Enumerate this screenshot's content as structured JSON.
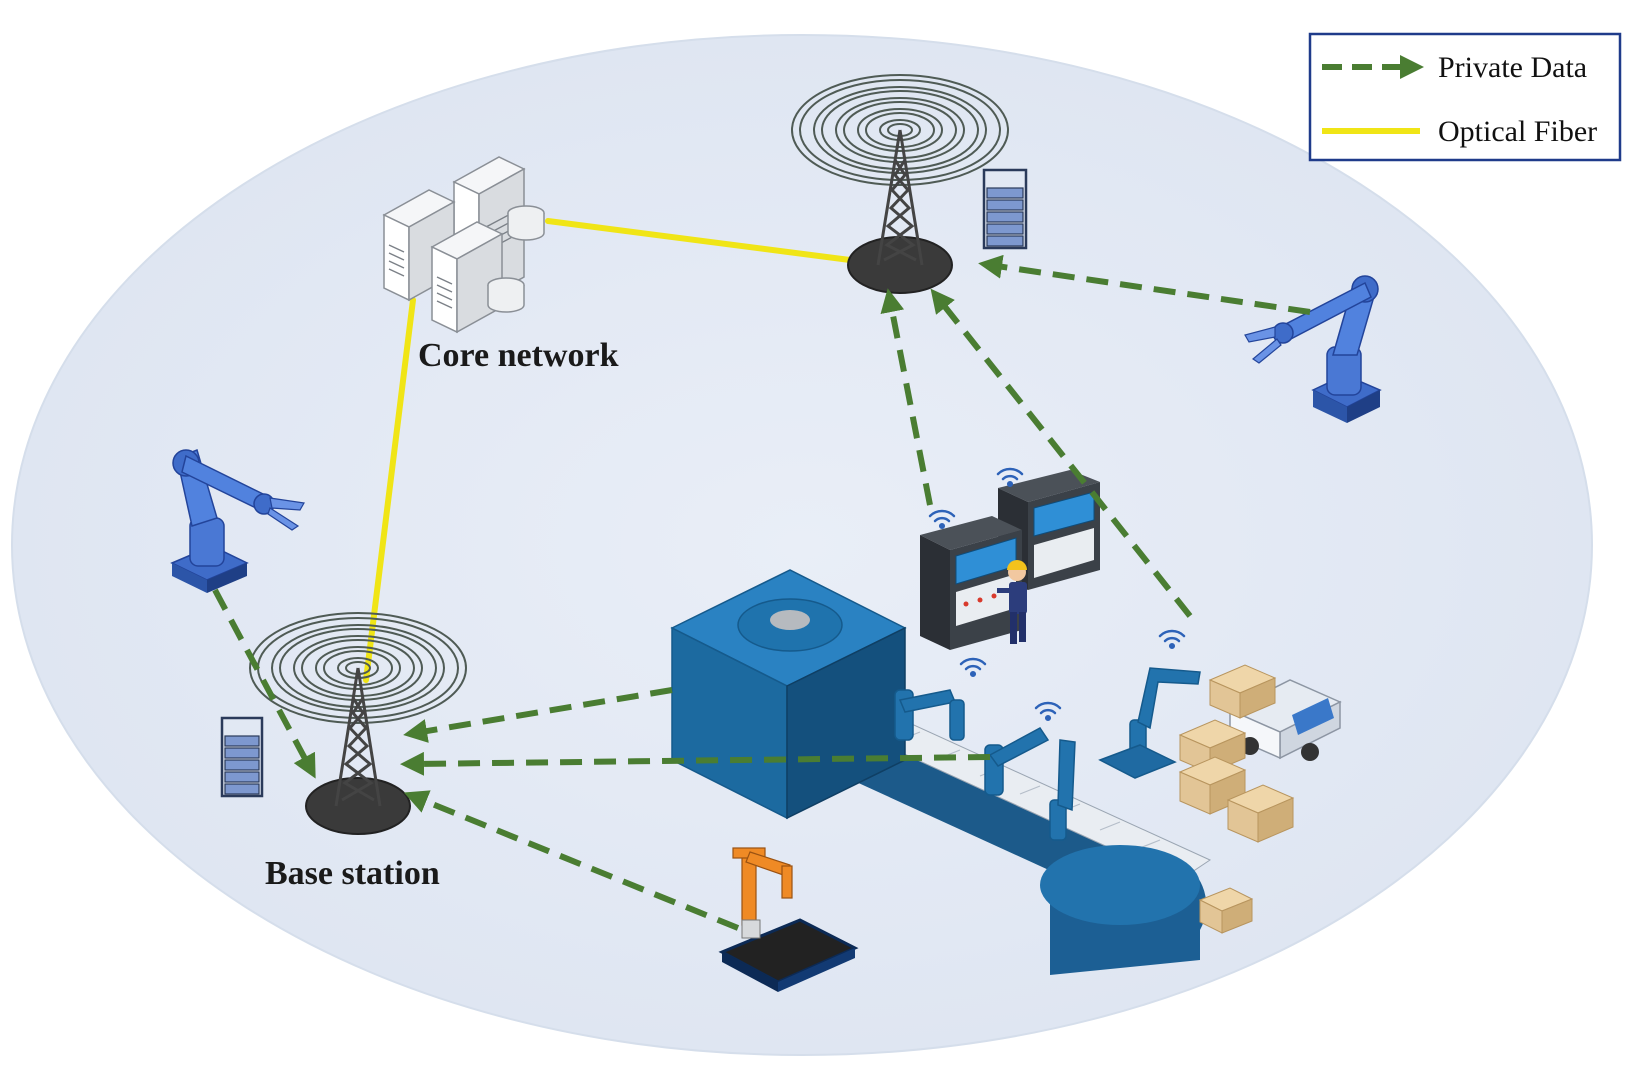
{
  "labels": {
    "core_network": "Core network",
    "base_station": "Base station"
  },
  "legend": {
    "private_data": "Private Data",
    "optical_fiber": "Optical Fiber"
  },
  "colors": {
    "background_ellipse": "#e4eaf4",
    "private_data_arrow": "#4a7d32",
    "optical_fiber": "#f0e516",
    "machine_blue": "#1c6aa0",
    "robot_blue": "#3f6cc9",
    "legend_border": "#1f3b8a",
    "tower_base": "#3a3a3a",
    "box_tan": "#e2c596",
    "gripper_orange": "#ef8a25"
  },
  "icons": {
    "core_network": "server-rack-icon",
    "tower": "radio-tower-icon",
    "queue": "data-queue-icon",
    "robot_arm": "robot-arm-icon",
    "control_console": "control-console-icon",
    "worker": "worker-icon",
    "conveyor": "conveyor-machine-icon",
    "truck": "delivery-truck-icon",
    "boxes": "cardboard-boxes-icon",
    "wifi": "wifi-icon"
  }
}
